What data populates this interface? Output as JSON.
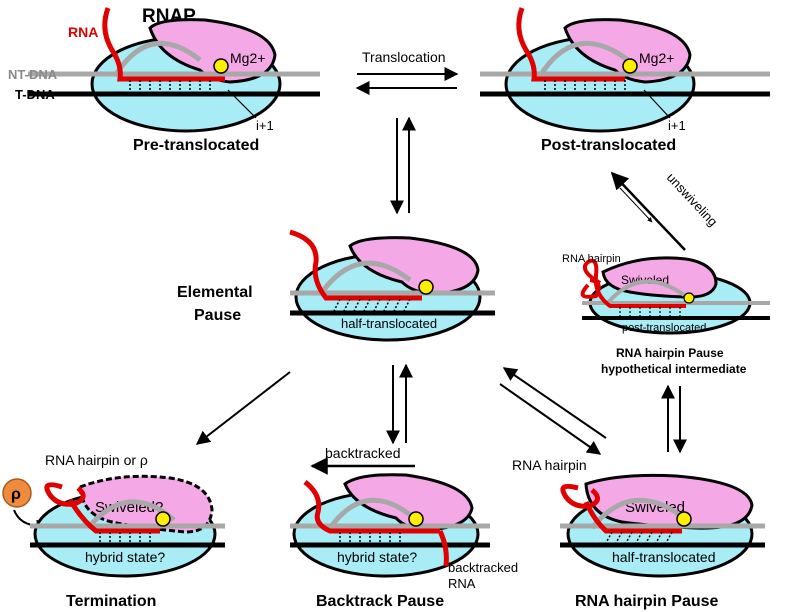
{
  "labels": {
    "rnap": "RNAP",
    "rna": "RNA",
    "nt_dna": "NT-DNA",
    "t_dna": "T-DNA",
    "mg": "Mg2+",
    "i_plus_1": "i+1",
    "translocation": "Translocation",
    "unswiveling": "unswiveling",
    "rna_hairpin": "RNA hairpin",
    "swiveled": "Swiveled",
    "swiveled_q": "Swiveled?",
    "post_translocated": "post-translocated",
    "half_translocated": "half-translocated",
    "hybrid_state_q": "hybrid state?",
    "rna_hairpin_or_rho": "RNA hairpin or ρ",
    "rho": "ρ",
    "backtracked": "backtracked",
    "backtracked_rna_1": "backtracked",
    "backtracked_rna_2": "RNA"
  },
  "states": {
    "pre_translocated": "Pre-translocated",
    "post_translocated": "Post-translocated",
    "elemental_pause_1": "Elemental",
    "elemental_pause_2": "Pause",
    "hairpin_intermediate_1": "RNA hairpin Pause",
    "hairpin_intermediate_2": "hypothetical intermediate",
    "termination": "Termination",
    "backtrack_pause": "Backtrack Pause",
    "rna_hairpin_pause": "RNA hairpin Pause"
  },
  "colors": {
    "rnap_body": "#a8ecf6",
    "clamp": "#f4a9e6",
    "rna": "#e00000",
    "nt_dna": "#a8a8a8",
    "t_dna": "#000000",
    "mg": "#ffee00",
    "rho": "#f08a3c"
  }
}
